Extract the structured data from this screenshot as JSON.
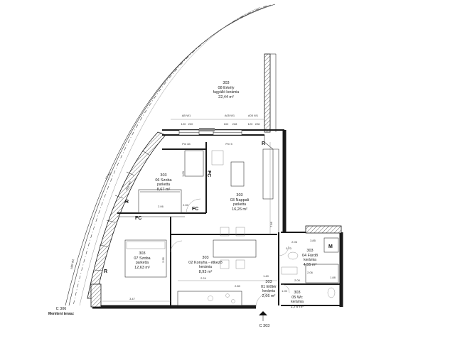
{
  "rooms": [
    {
      "num": "303",
      "name": "08 Erkély",
      "material": "fagyálló kerámia",
      "area": "22,44 m²"
    },
    {
      "num": "303",
      "name": "06 Szoba",
      "material": "parketta",
      "area": "8,67 m²"
    },
    {
      "num": "303",
      "name": "03 Nappali",
      "material": "parketta",
      "area": "16,26 m²"
    },
    {
      "num": "303",
      "name": "07 Szoba",
      "material": "parketta",
      "area": "12,63 m²"
    },
    {
      "num": "303",
      "name": "02 Konyha - étkező",
      "material": "kerámia",
      "area": "8,93 m²"
    },
    {
      "num": "303",
      "name": "04 Fürdő",
      "material": "kerámia",
      "area": "4,55 m²"
    },
    {
      "num": "303",
      "name": "01 Előtér",
      "material": "kerámia",
      "area": "2,66 m²"
    },
    {
      "num": "303",
      "name": "05 Wc",
      "material": "kerámia",
      "area": "1,76 m²"
    }
  ],
  "terrace": {
    "code": "C 306",
    "name": "Meníteni terasz"
  },
  "entrance": {
    "code": "C 303"
  },
  "tags": {
    "r": "R",
    "fc": "FC",
    "m": "M"
  },
  "window_tags": [
    "AB W1",
    "A05 W1",
    "A05 W1",
    "A2 W1",
    "A04 W1",
    "A05 W1"
  ],
  "door_tags": [
    "Pm 84",
    "Pm 5"
  ],
  "dims": [
    "120",
    "220",
    "102",
    "228",
    "120",
    "228",
    "1.00",
    "2.00",
    "7.86",
    "3.47",
    "2.06",
    "2.35",
    "2.80",
    "2.24",
    "1.40",
    "0.70",
    "2.00",
    "2.06",
    "1.00",
    "3.85",
    "1.88",
    "2.06"
  ]
}
